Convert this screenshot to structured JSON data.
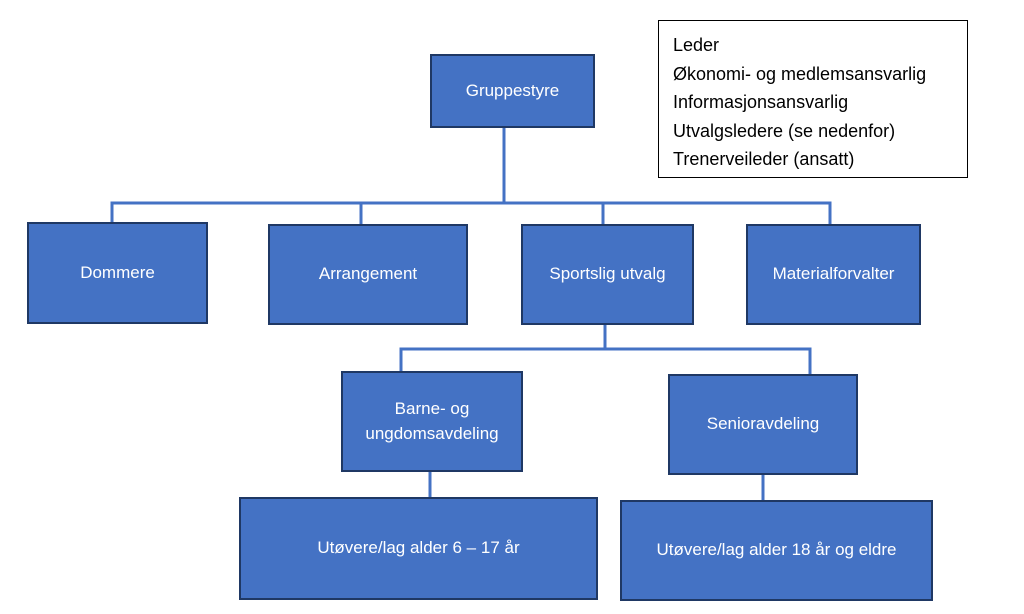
{
  "diagram": {
    "root": {
      "label": "Gruppestyre"
    },
    "level1": [
      {
        "label": "Dommere"
      },
      {
        "label": "Arrangement"
      },
      {
        "label": "Sportslig utvalg"
      },
      {
        "label": "Materialforvalter"
      }
    ],
    "departments": [
      {
        "label": "Barne- og\nungdomsavdeling"
      },
      {
        "label": "Senioravdeling"
      }
    ],
    "members": [
      {
        "label": "Utøvere/lag alder 6 – 17 år"
      },
      {
        "label": "Utøvere/lag alder 18 år og eldre"
      }
    ],
    "legend": {
      "items": [
        "Leder",
        "Økonomi- og medlemsansvarlig",
        "Informasjonsansvarlig",
        "Utvalgsledere (se nedenfor)",
        "Trenerveileder (ansatt)"
      ]
    },
    "colors": {
      "box_fill": "#4472c4",
      "box_border": "#1f3864",
      "connector": "#4472c4",
      "text": "#ffffff"
    }
  }
}
